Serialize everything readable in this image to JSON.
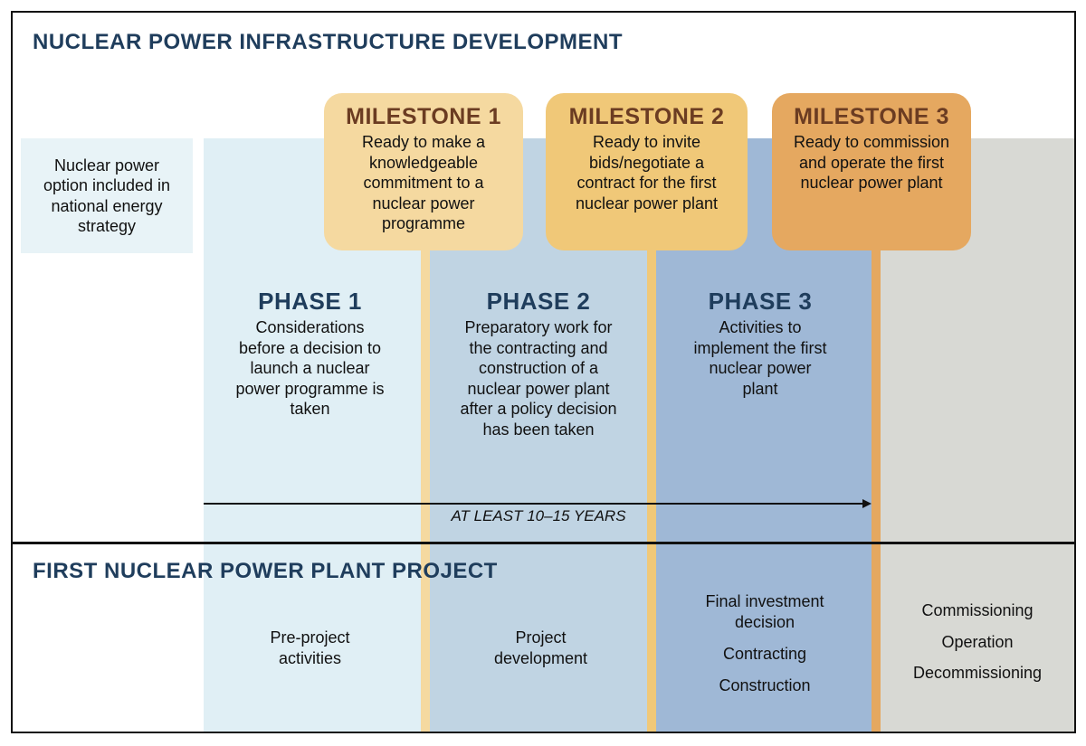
{
  "header": {
    "title": "NUCLEAR POWER INFRASTRUCTURE DEVELOPMENT"
  },
  "precondition": "Nuclear power option included in national energy strategy",
  "milestones": [
    {
      "label": "MILESTONE 1",
      "text": "Ready to make a knowledgeable commitment to a nuclear power programme",
      "color": "#f5d9a0"
    },
    {
      "label": "MILESTONE 2",
      "text": "Ready to invite bids/negotiate a contract for the first nuclear power plant",
      "color": "#f0c878"
    },
    {
      "label": "MILESTONE 3",
      "text": "Ready to commission and operate the first nuclear power plant",
      "color": "#e5a860"
    }
  ],
  "phases": [
    {
      "label": "PHASE 1",
      "text": "Considerations before a decision to launch a nuclear power programme is taken",
      "color": "#e0eff5"
    },
    {
      "label": "PHASE 2",
      "text": "Preparatory work for the contracting and construction of a nuclear power plant after a policy decision has been taken",
      "color": "#c0d4e3"
    },
    {
      "label": "PHASE 3",
      "text": "Activities to implement the first nuclear power plant",
      "color": "#9fb8d6"
    }
  ],
  "duration": "AT LEAST 10–15 YEARS",
  "project": {
    "title": "FIRST NUCLEAR POWER PLANT PROJECT",
    "phase1": "Pre-project activities",
    "phase2": "Project development",
    "phase3": [
      "Final investment decision",
      "Contracting",
      "Construction"
    ],
    "post": [
      "Commissioning",
      "Operation",
      "Decommissioning"
    ]
  }
}
